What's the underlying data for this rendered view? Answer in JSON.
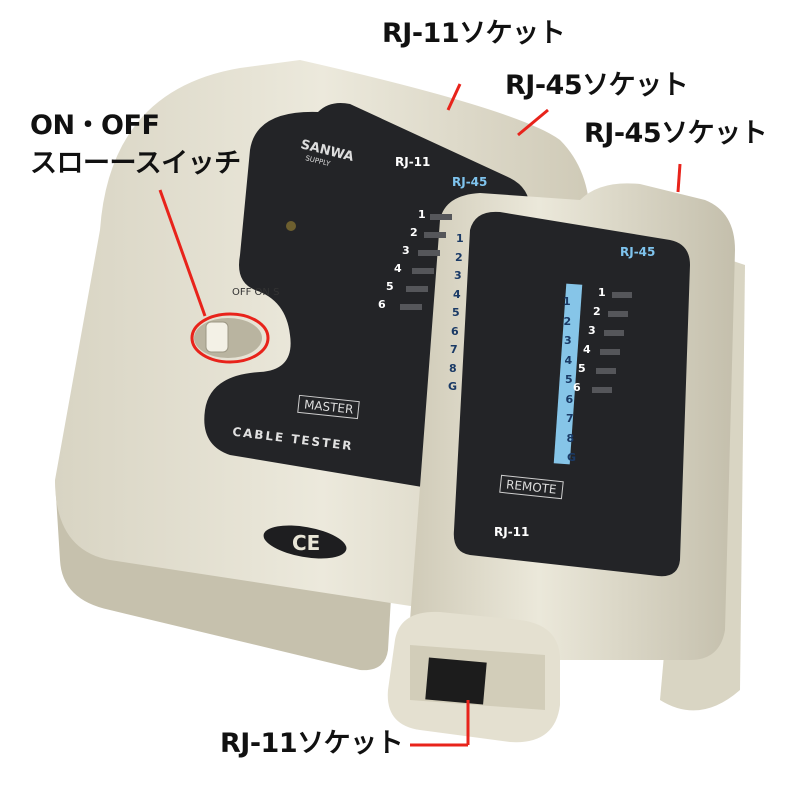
{
  "callouts": {
    "rj11_top": "RJ-11ソケット",
    "rj45_master": "RJ-45ソケット",
    "rj45_remote": "RJ-45ソケット",
    "switch_line1": "ON・OFF",
    "switch_line2": "スローースイッチ",
    "rj11_bottom": "RJ-11ソケット"
  },
  "master_unit": {
    "brand_line1": "SANWA",
    "brand_line2": "SUPPLY",
    "rj11_label": "RJ-11",
    "rj45_label": "RJ-45",
    "switch_positions": "OFF ON S",
    "pin_numbers": [
      "1",
      "2",
      "3",
      "4",
      "5",
      "6"
    ],
    "led_labels": [
      "1",
      "2",
      "3",
      "4",
      "5",
      "6",
      "7",
      "8",
      "G"
    ],
    "master_badge": "MASTER",
    "footer": "CABLE TESTER",
    "ce_mark": "CE"
  },
  "remote_unit": {
    "rj45_label": "RJ-45",
    "pin_numbers": [
      "1",
      "2",
      "3",
      "4",
      "5",
      "6"
    ],
    "led_labels": [
      "1",
      "2",
      "3",
      "4",
      "5",
      "6",
      "7",
      "8",
      "G"
    ],
    "remote_badge": "REMOTE",
    "rj11_label": "RJ-11"
  },
  "colors": {
    "housing": "#e8e5d6",
    "housing_shadow": "#c9c5b2",
    "panel": "#232427",
    "led_strip": "#86c5e8",
    "callout_line": "#e8231b",
    "accent_label": "#7fc4ee"
  }
}
